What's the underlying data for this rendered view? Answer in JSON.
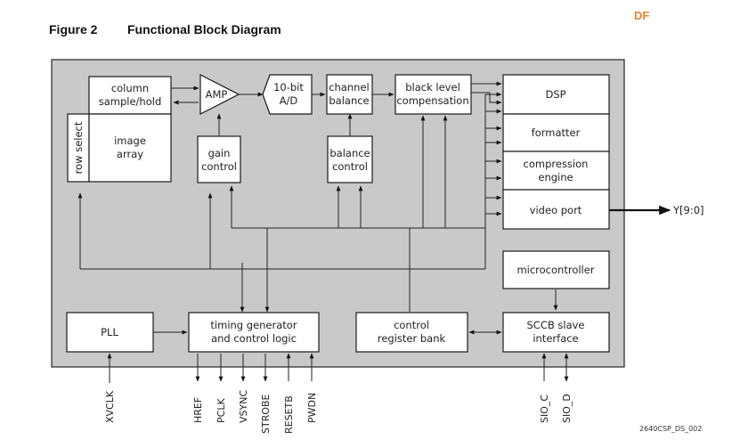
{
  "header": {
    "figure_number": "Figure 2",
    "figure_title": "Functional Block Diagram",
    "logo": "DF"
  },
  "blocks": {
    "column_sample_hold": [
      "column",
      "sample/hold"
    ],
    "row_select": "row select",
    "image_array": [
      "image",
      "array"
    ],
    "amp": "AMP",
    "adc": [
      "10-bit",
      "A/D"
    ],
    "channel_balance": [
      "channel",
      "balance"
    ],
    "black_level": [
      "black level",
      "compensation"
    ],
    "gain_control": [
      "gain",
      "control"
    ],
    "balance_control": [
      "balance",
      "control"
    ],
    "dsp": "DSP",
    "formatter": "formatter",
    "compression": [
      "compression",
      "engine"
    ],
    "video_port": "video port",
    "microcontroller": "microcontroller",
    "pll": "PLL",
    "timing": [
      "timing generator",
      "and control logic"
    ],
    "control_register": [
      "control",
      "register bank"
    ],
    "sccb": [
      "SCCB slave",
      "interface"
    ]
  },
  "output_label": "Y[9:0]",
  "pins": {
    "xvclk": "XVCLK",
    "timing": [
      "HREF",
      "PCLK",
      "VSYNC",
      "STROBE",
      "RESETB",
      "PWDN"
    ],
    "sccb": [
      "SIO_C",
      "SIO_D"
    ]
  },
  "footer_code": "2640CSP_DS_002"
}
